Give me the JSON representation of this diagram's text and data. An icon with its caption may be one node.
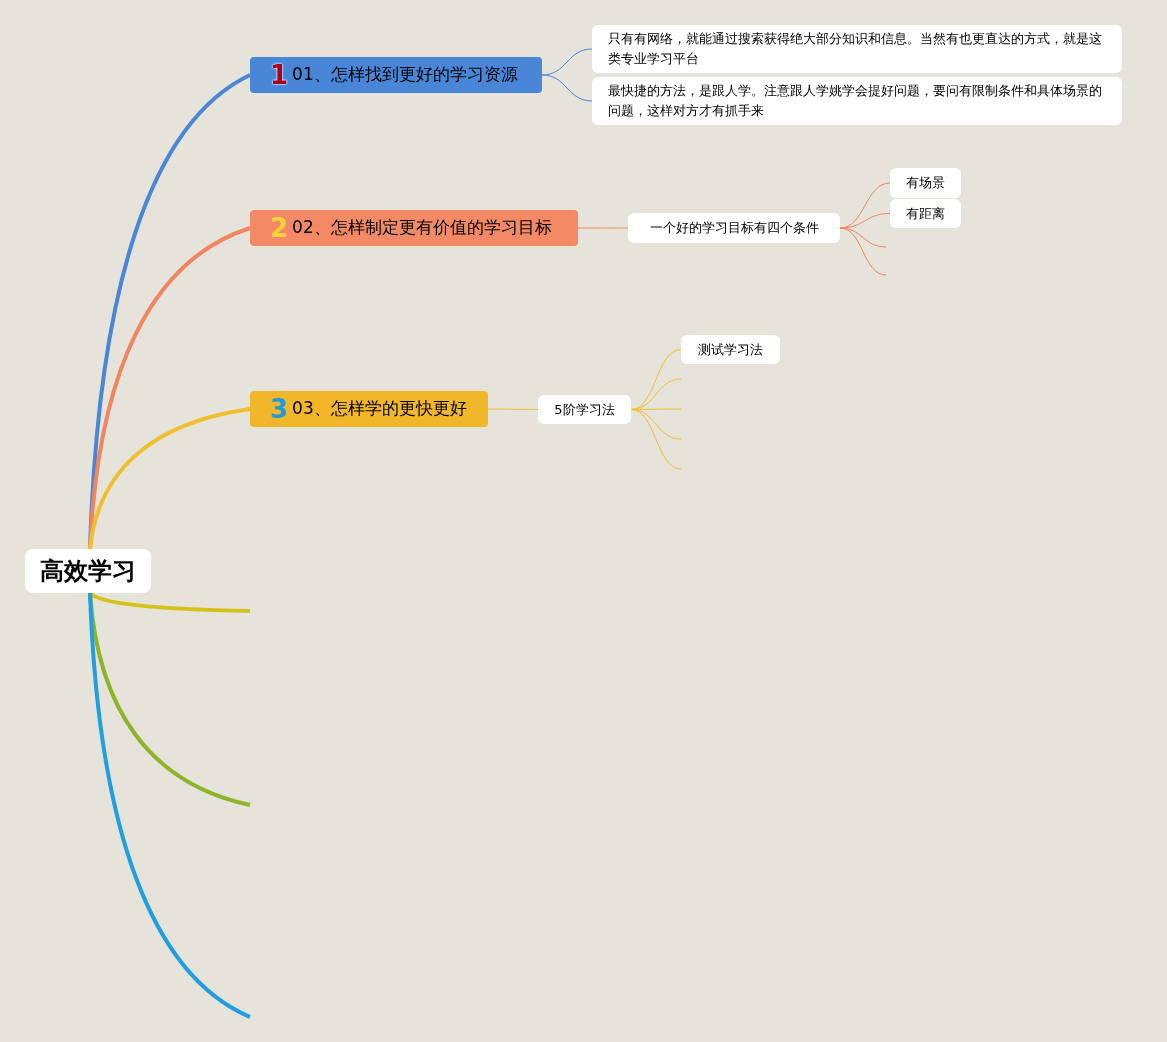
{
  "diagram": {
    "nodes": [
      {
        "text": [
          "高效学习"
        ]
      },
      {
        "text": [
          "1",
          "01、怎样找到更好的学习资源"
        ]
      },
      {
        "text": [
          "只有有网络，就能通过搜索获得绝大部分知识和信息。当然有也更直达的方式，就是这类专业学习平台"
        ]
      },
      {
        "text": [
          "最快捷的方法，是跟人学。注意跟人学姚学会提好问题，要问有限制条件和具体场景的问题，这样对方才有抓手来"
        ]
      },
      {
        "text": [
          "2",
          "02、怎样制定更有价值的学习目标"
        ]
      },
      {
        "text": [
          "一个好的学习目标有四个条件"
        ]
      },
      {
        "text": [
          "有场景"
        ]
      },
      {
        "text": [
          "有距离"
        ]
      },
      {
        "text": [
          "3",
          "03、怎样学的更快更好"
        ]
      },
      {
        "text": [
          "5阶学习法"
        ]
      },
      {
        "text": [
          "测试学习法"
        ]
      }
    ],
    "edges": [
      {
        "from": 0,
        "to": 1,
        "arrow": "none",
        "style": "thick",
        "color": "#4a86d8"
      },
      {
        "from": 0,
        "to": 4,
        "arrow": "none",
        "style": "thick",
        "color": "#f0855f"
      },
      {
        "from": 0,
        "to": 8,
        "arrow": "none",
        "style": "thick",
        "color": "#f0bf30"
      },
      {
        "from": 0,
        "to": null,
        "arrow": "none",
        "style": "thick",
        "color": "#d4c21a"
      },
      {
        "from": 0,
        "to": null,
        "arrow": "none",
        "style": "thick",
        "color": "#8db52a"
      },
      {
        "from": 0,
        "to": null,
        "arrow": "none",
        "style": "thick",
        "color": "#1f9fe0"
      },
      {
        "from": 1,
        "to": 2,
        "arrow": "none",
        "color": "#4a86d8"
      },
      {
        "from": 1,
        "to": 3,
        "arrow": "none",
        "color": "#4a86d8"
      },
      {
        "from": 4,
        "to": 5,
        "arrow": "none",
        "color": "#f0855f"
      },
      {
        "from": 5,
        "to": 6,
        "arrow": "none",
        "color": "#f0855f"
      },
      {
        "from": 5,
        "to": 7,
        "arrow": "none",
        "color": "#f0855f"
      },
      {
        "from": 5,
        "to": null,
        "arrow": "none",
        "color": "#f0855f"
      },
      {
        "from": 5,
        "to": null,
        "arrow": "none",
        "color": "#f0855f"
      },
      {
        "from": 8,
        "to": 9,
        "arrow": "none",
        "color": "#f0bf30"
      },
      {
        "from": 9,
        "to": 10,
        "arrow": "none",
        "color": "#f0bf30"
      },
      {
        "from": 9,
        "to": null,
        "arrow": "none",
        "color": "#f0bf30"
      },
      {
        "from": 9,
        "to": null,
        "arrow": "none",
        "color": "#f0bf30"
      },
      {
        "from": 9,
        "to": null,
        "arrow": "none",
        "color": "#f0bf30"
      },
      {
        "from": 9,
        "to": null,
        "arrow": "none",
        "color": "#f0bf30"
      }
    ]
  }
}
